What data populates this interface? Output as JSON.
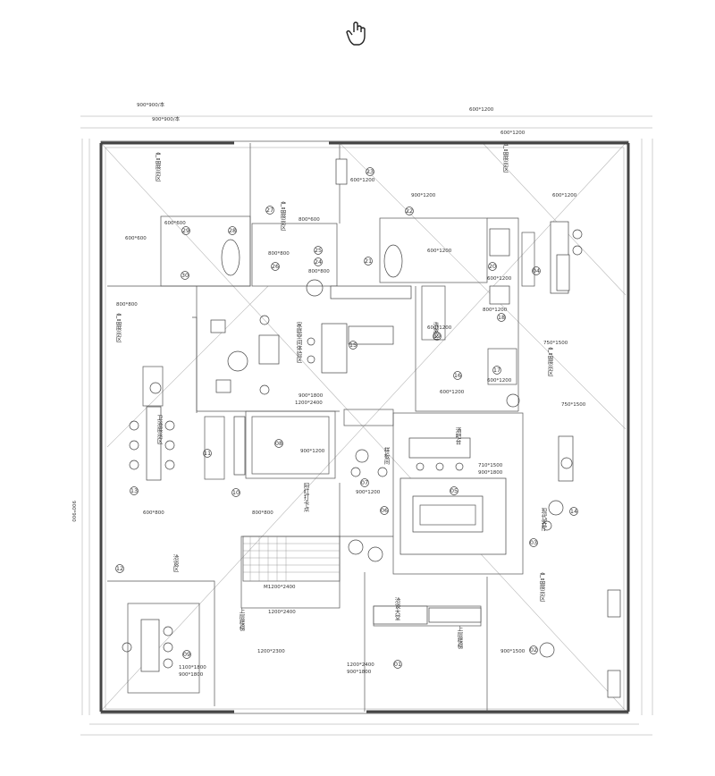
{
  "cursor": {
    "icon": "pointer-hand-icon"
  },
  "dimensions_top": {
    "left_1": "900*900/本",
    "left_2": "900*900/本",
    "right_1": "600*1200",
    "right_2": "600*1200"
  },
  "labels": {
    "t_1": "600*1200",
    "t_2": "900*1200",
    "t_3": "600*1200",
    "t_4": "600*600",
    "t_5": "600*600",
    "t_6": "800*600",
    "t_7": "600*1200",
    "t_8": "800*800",
    "t_9": "800*800",
    "t_10": "600*1200",
    "t_11": "600*1200",
    "t_12": "900*1800",
    "t_13": "1200*2400",
    "t_14": "900*1200",
    "t_15": "600*1200",
    "t_16": "600*1200",
    "t_17": "800*1200",
    "t_18": "750*1500",
    "t_19": "750*1500",
    "t_20": "600*800",
    "t_21": "800*800",
    "t_22": "600*1200",
    "t_23": "710*1500",
    "t_24": "900*1800",
    "t_25": "1200*2400",
    "t_26": "900*1800",
    "t_27": "900*1500",
    "t_28": "1200*2300",
    "t_29": "1100*1800",
    "t_30": "900*1800",
    "t_31": "M1200*2400",
    "t_32": "900*900",
    "t_33": "900*1200",
    "t_34": "600*1200"
  },
  "zones": {
    "z_1": "产品展示区",
    "z_2": "产品展示区",
    "z_3": "产品展示区",
    "z_4": "产品展示区",
    "z_5": "家庭空间体验区",
    "z_6": "洗漱区",
    "z_7": "样板间",
    "z_8": "阿红打卡点",
    "z_9": "洽谈大堂",
    "z_10": "洽谈区",
    "z_11": "卫浴展示区",
    "z_12": "酒吧台",
    "z_13": "现代客厅",
    "z_14": "产品展示区",
    "z_15": "展示墙",
    "z_16": "上层楼梯"
  },
  "rooms": [
    "01",
    "02",
    "03",
    "04",
    "05",
    "06",
    "07",
    "08",
    "09",
    "10",
    "11",
    "12",
    "13",
    "14",
    "15",
    "16",
    "17",
    "18",
    "19",
    "20",
    "21",
    "22",
    "23",
    "24",
    "25",
    "26",
    "27",
    "28",
    "29",
    "30"
  ]
}
